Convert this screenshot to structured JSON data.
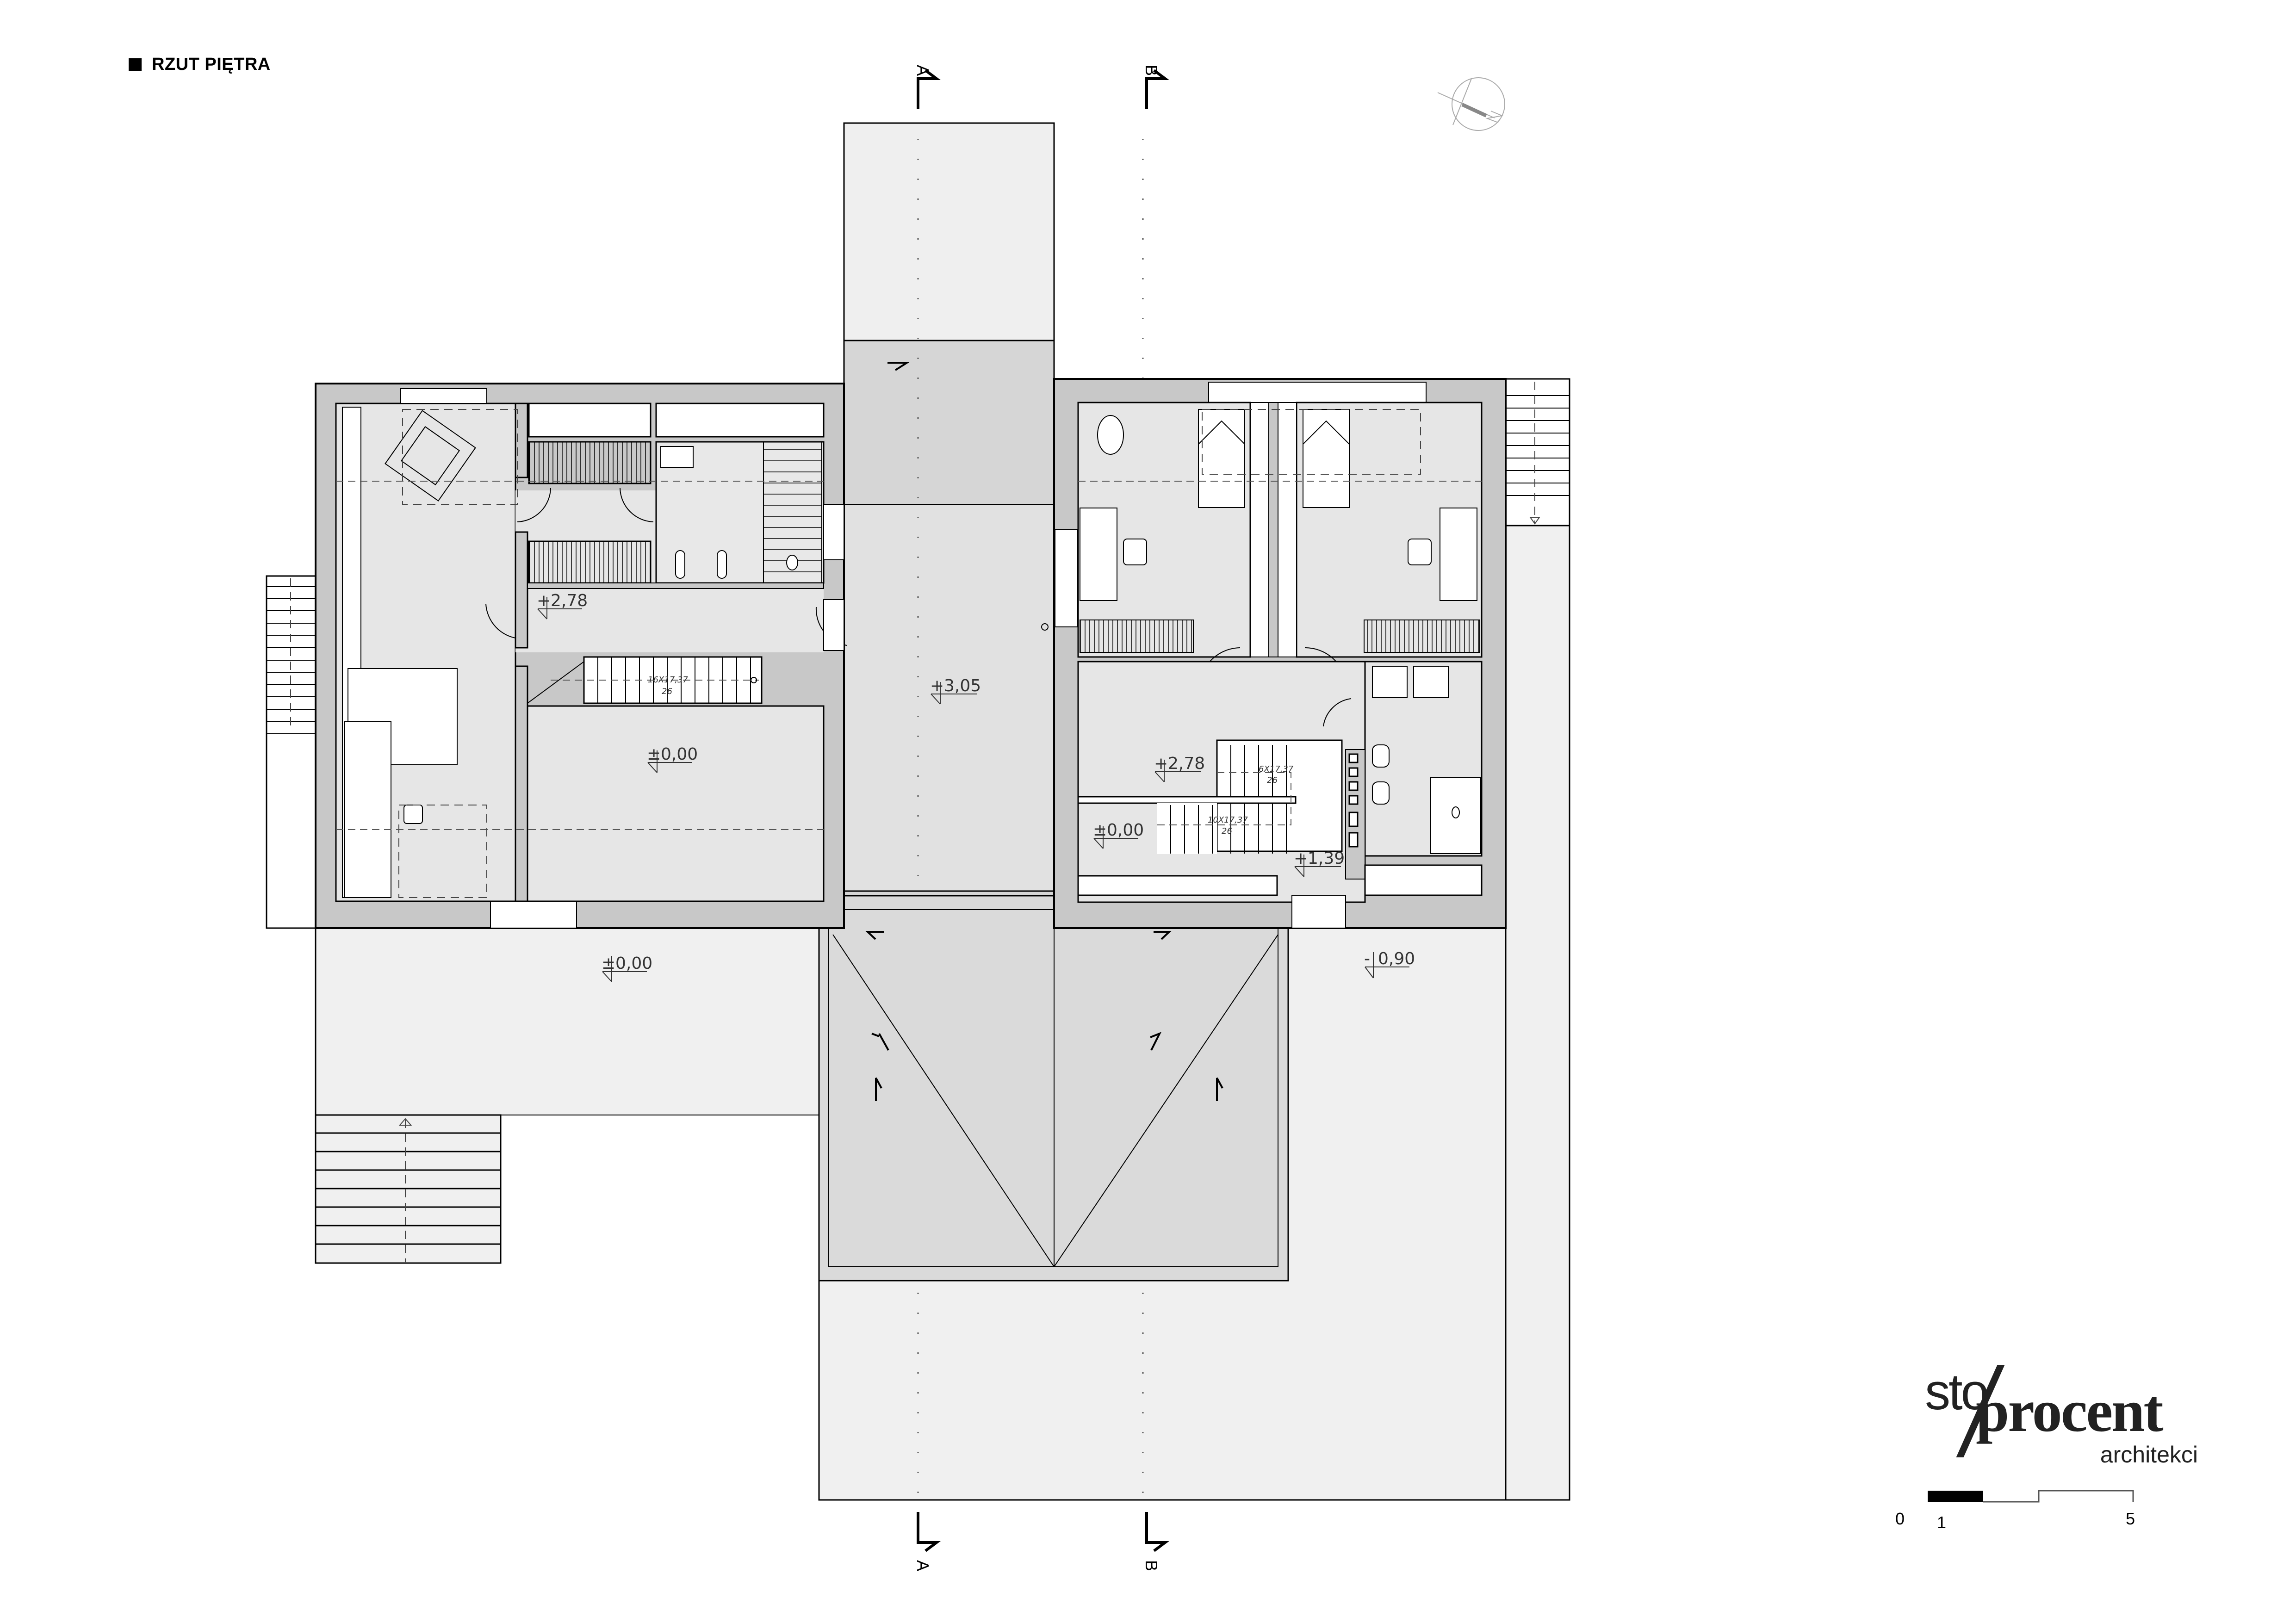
{
  "sheet": {
    "title": "RZUT PIĘTRA",
    "title_marker_color": "#000000"
  },
  "colors": {
    "wall_fill": "#c8c8c8",
    "floor_fill": "#e6e6e6",
    "exterior_fill": "#f0f0f0",
    "roof_fill": "#dadada",
    "furniture_fill": "#ffffff",
    "line": "#000000",
    "dash_line": "#555555"
  },
  "section_markers": {
    "top": [
      {
        "id": "A",
        "label": "A"
      },
      {
        "id": "B",
        "label": "B"
      }
    ],
    "bottom": [
      {
        "id": "A",
        "label": "A"
      },
      {
        "id": "B",
        "label": "B"
      }
    ]
  },
  "north_arrow": {
    "icon": "north-arrow-icon"
  },
  "elevations": [
    {
      "id": "left-wing-hall",
      "sign": "+",
      "value": "2,78"
    },
    {
      "id": "left-wing-void",
      "sign": "±",
      "value": "0,00"
    },
    {
      "id": "center-corridor",
      "sign": "+",
      "value": "3,05"
    },
    {
      "id": "right-wing-hall",
      "sign": "+",
      "value": "2,78"
    },
    {
      "id": "right-wing-stair-lower",
      "sign": "±",
      "value": "0,00"
    },
    {
      "id": "right-wing-landing",
      "sign": "+",
      "value": "1,39"
    },
    {
      "id": "left-terrace",
      "sign": "±",
      "value": "0,00"
    },
    {
      "id": "right-terrace",
      "sign": "-",
      "value": "0,90"
    }
  ],
  "stairs": [
    {
      "id": "left-stair",
      "steps": "16X17,37",
      "tread": "26"
    },
    {
      "id": "right-stair-upper",
      "steps": "6X17,37",
      "tread": "26"
    },
    {
      "id": "right-stair-lower",
      "steps": "10X17,37",
      "tread": "26"
    }
  ],
  "scale_bar": {
    "labels": [
      "0",
      "1",
      "5"
    ],
    "unit": "m"
  },
  "logo": {
    "line1_light": "sto",
    "line1_bold": "procent",
    "line2": "architekci"
  }
}
